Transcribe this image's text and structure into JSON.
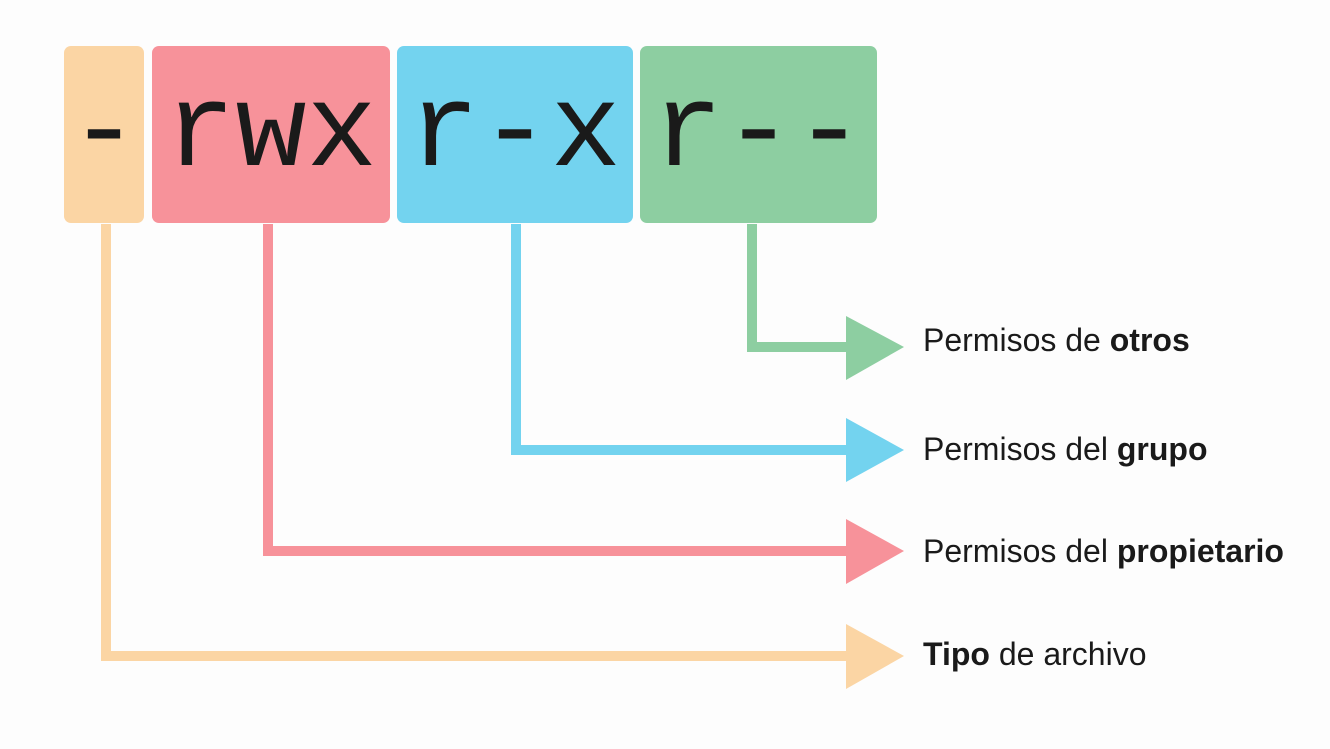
{
  "colors": {
    "type": "#fbd5a4",
    "owner": "#f7929a",
    "group": "#73d3ef",
    "others": "#8dcea1",
    "text": "#1a1a1a",
    "background": "#fdfdfd"
  },
  "permission_string": {
    "type": "-",
    "owner": "rwx",
    "group": "r-x",
    "others": "r--"
  },
  "labels": {
    "others": {
      "prefix": "Permisos de ",
      "bold": "otros",
      "suffix": ""
    },
    "group": {
      "prefix": "Permisos del ",
      "bold": "grupo",
      "suffix": ""
    },
    "owner": {
      "prefix": "Permisos del ",
      "bold": "propietario",
      "suffix": ""
    },
    "type": {
      "prefix": "",
      "bold": "Tipo",
      "suffix": " de archivo"
    }
  }
}
